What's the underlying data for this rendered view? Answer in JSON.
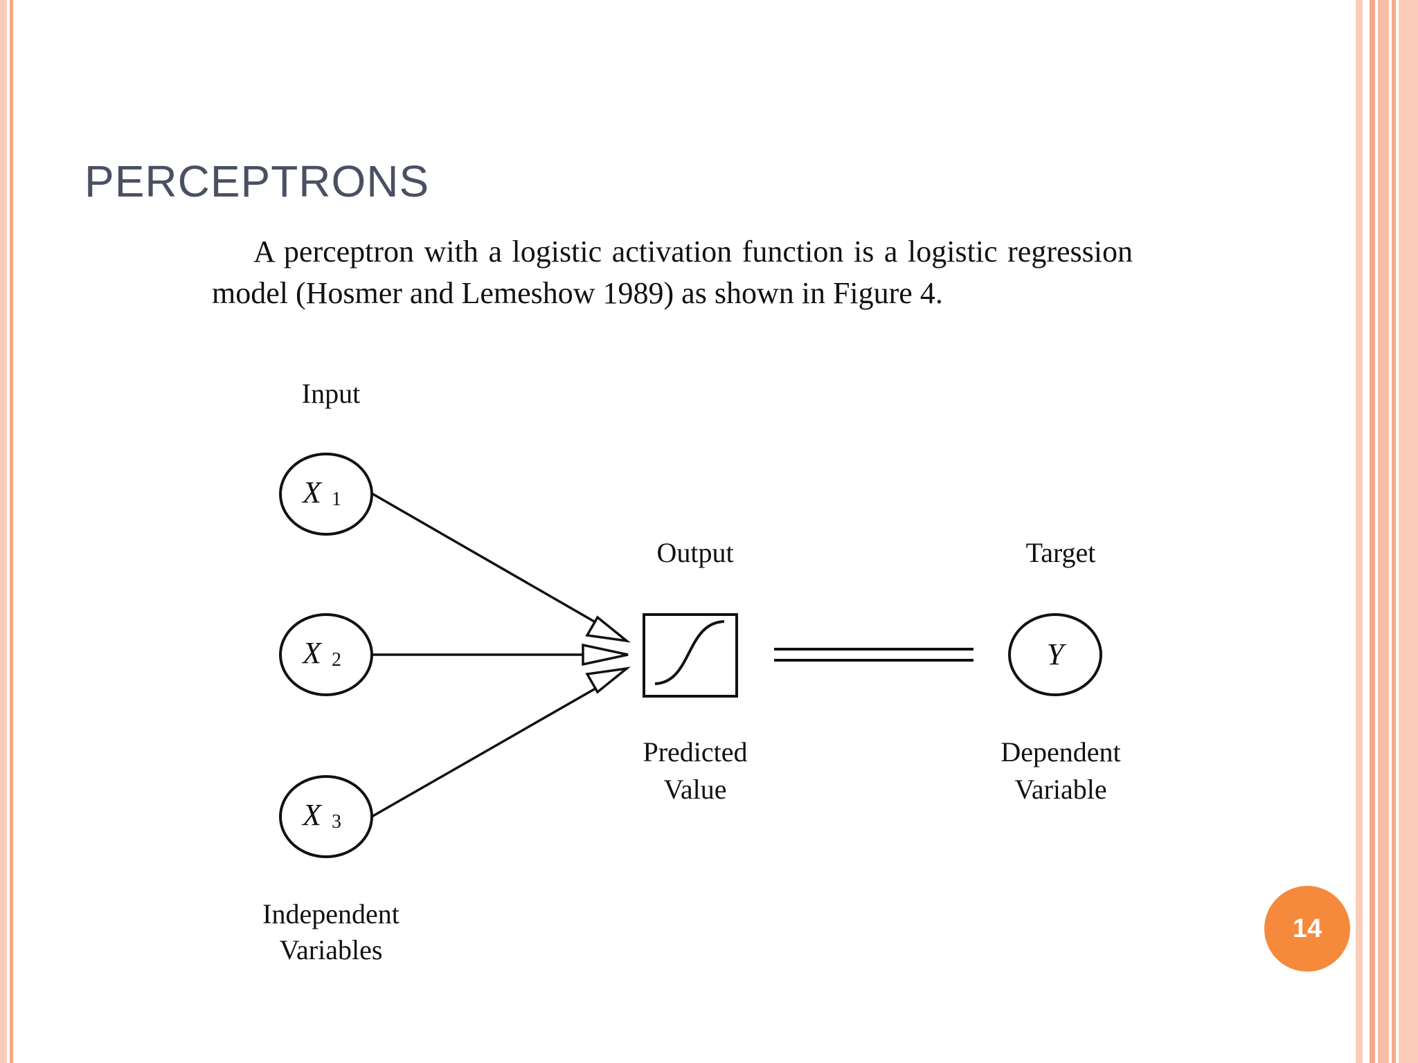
{
  "slide": {
    "title": "PERCEPTRONS",
    "body": "A perceptron with a logistic activation function is a logistic regression model (Hosmer and Lemeshow 1989) as shown in Figure 4.",
    "page_number": "14"
  },
  "diagram": {
    "labels": {
      "input": "Input",
      "output": "Output",
      "target": "Target",
      "independent_line1": "Independent",
      "independent_line2": "Variables",
      "predicted_line1": "Predicted",
      "predicted_line2": "Value",
      "dependent_line1": "Dependent",
      "dependent_line2": "Variable"
    },
    "nodes": {
      "x1": {
        "var": "X",
        "sub": "1"
      },
      "x2": {
        "var": "X",
        "sub": "2"
      },
      "x3": {
        "var": "X",
        "sub": "3"
      },
      "y": {
        "var": "Y"
      }
    }
  }
}
